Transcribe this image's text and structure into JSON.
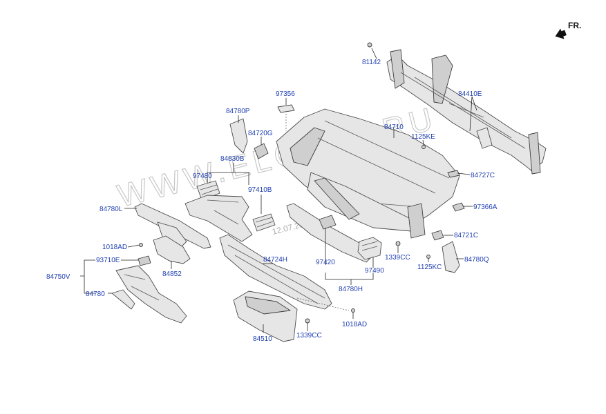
{
  "direction": {
    "label": "FR.",
    "arrow": "front-arrow-icon"
  },
  "watermark": {
    "text": "WWW.ELCATS.RU",
    "date": "12.07.2026"
  },
  "labels": {
    "p81142": "81142",
    "p84410E": "84410E",
    "p97356": "97356",
    "p84780P": "84780P",
    "p84720G": "84720G",
    "p84710": "84710",
    "p1125KE": "1125KE",
    "p84830B": "84830B",
    "p97480": "97480",
    "p97410B": "97410B",
    "p84727C": "84727C",
    "p97366A": "97366A",
    "p84780L": "84780L",
    "p84721C": "84721C",
    "p1018AD_left": "1018AD",
    "p93710E": "93710E",
    "p84750V": "84750V",
    "p84852": "84852",
    "p84780": "84780",
    "p84724H": "84724H",
    "p97420": "97420",
    "p97490": "97490",
    "p1339CC_right": "1339CC",
    "p1125KC": "1125KC",
    "p84780Q": "84780Q",
    "p84780H": "84780H",
    "p1018AD_bottom": "1018AD",
    "p84510": "84510",
    "p1339CC_bottom": "1339CC"
  },
  "colors": {
    "label": "#1f3fb0",
    "part_fill": "#e6e6e6",
    "part_stroke": "#4a4a4a"
  }
}
